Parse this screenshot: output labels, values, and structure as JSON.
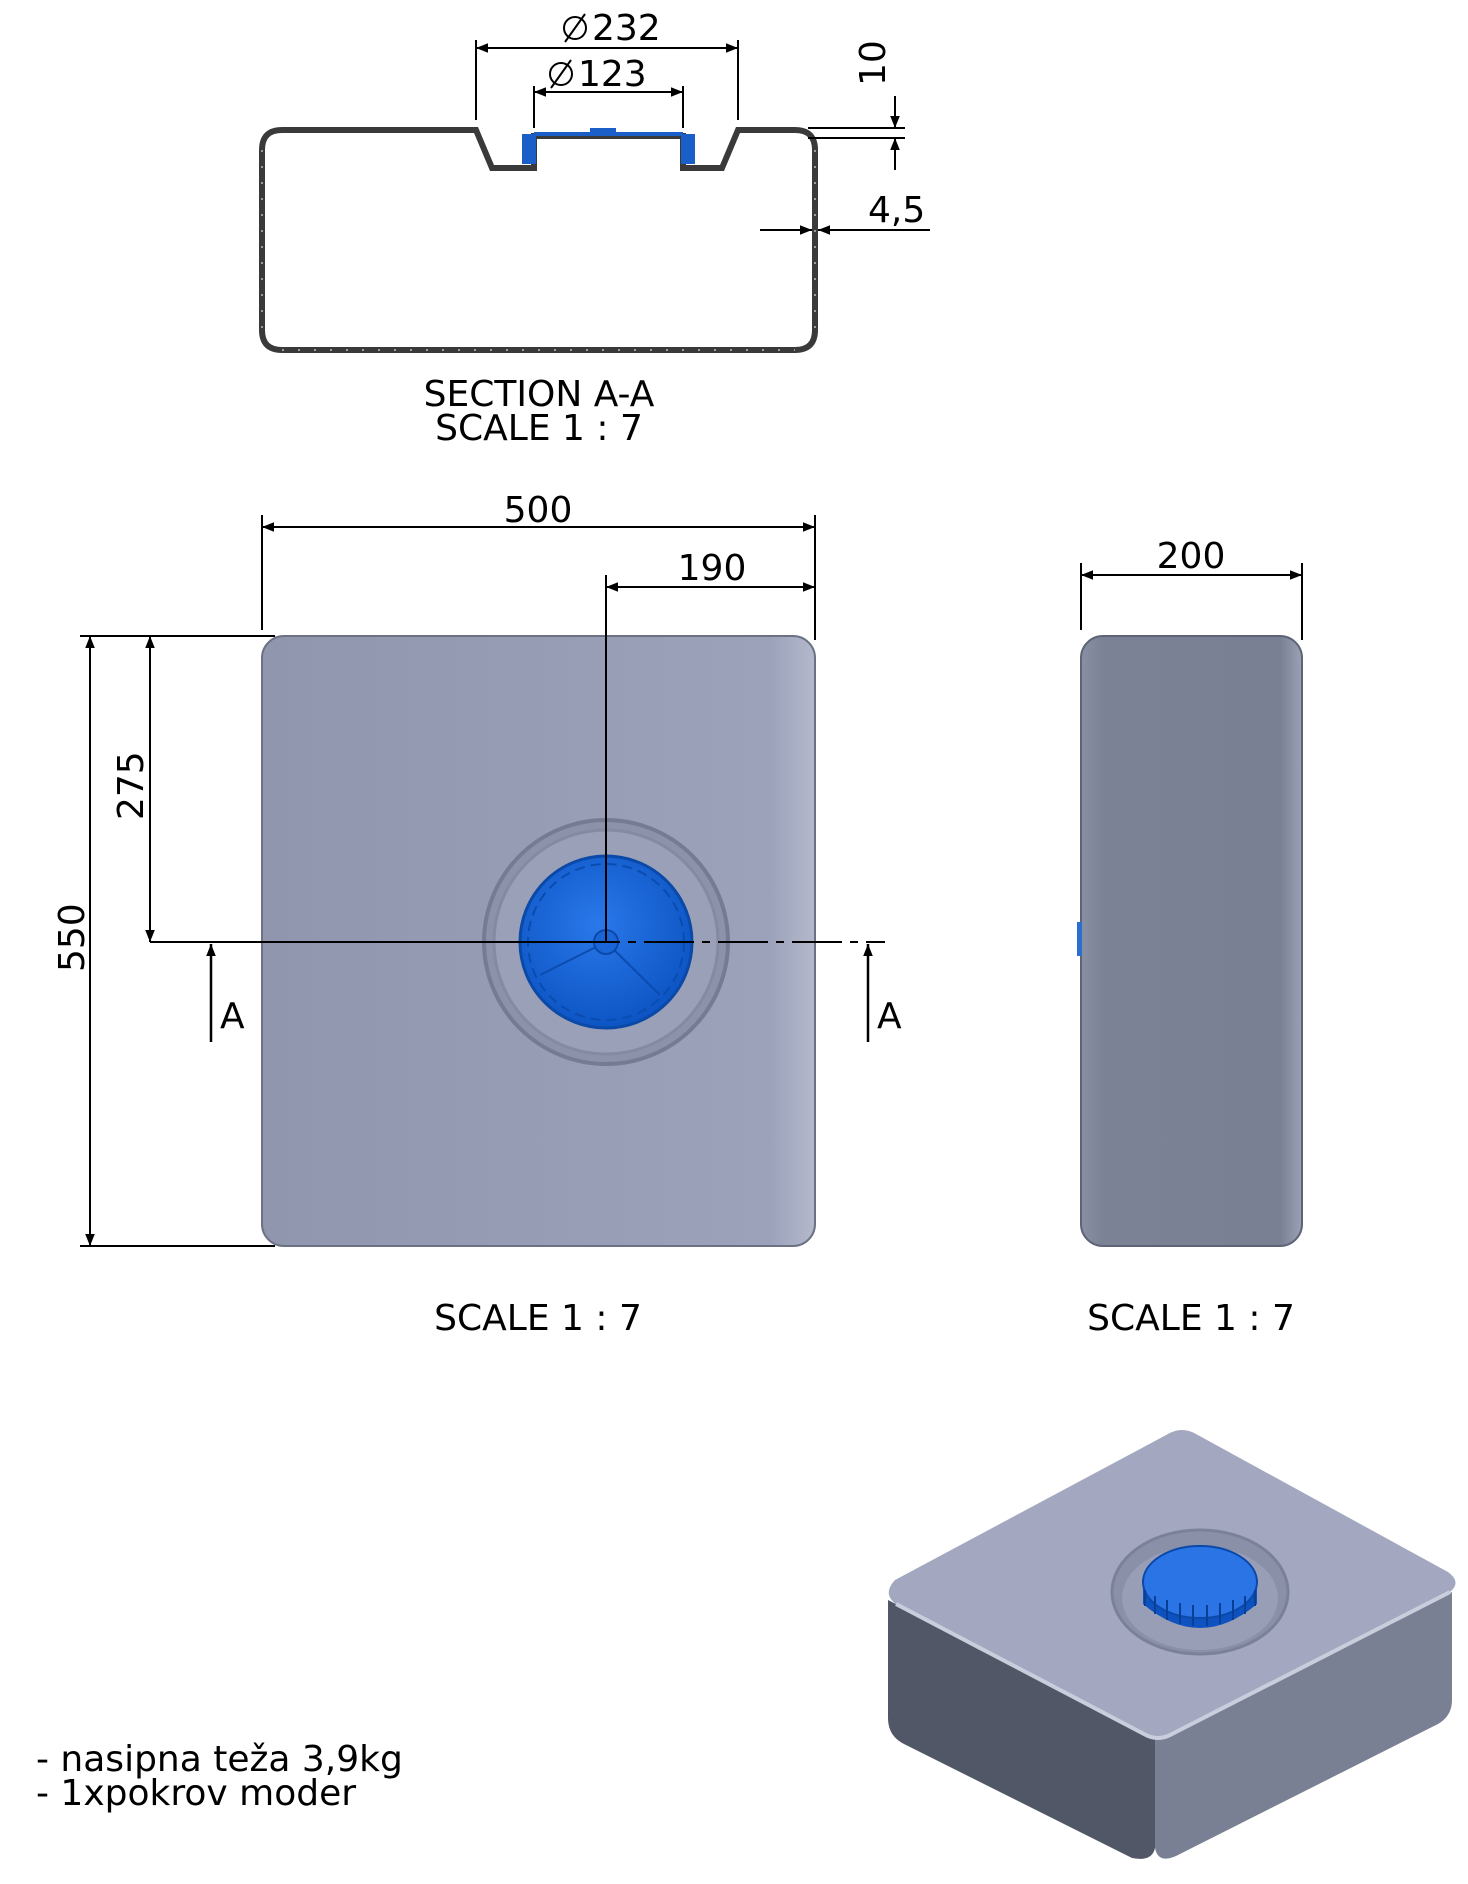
{
  "section": {
    "title": "SECTION A-A",
    "scale": "SCALE 1 : 7",
    "dia_outer": "232",
    "dia_inner": "123",
    "dim_depth": "10",
    "dim_wall": "4,5"
  },
  "front": {
    "width": "500",
    "offset": "190",
    "height": "550",
    "half_height": "275",
    "cut_label_left": "A",
    "cut_label_right": "A",
    "scale": "SCALE 1 : 7"
  },
  "side": {
    "width": "200",
    "scale": "SCALE 1 : 7"
  },
  "notes": [
    "- nasipna teža 3,9kg",
    "- 1xpokrov moder"
  ],
  "colors": {
    "tank_front": "#9aa0b8",
    "tank_side": "#7c8296",
    "cap_blue": "#1565d8",
    "line": "#000000"
  }
}
